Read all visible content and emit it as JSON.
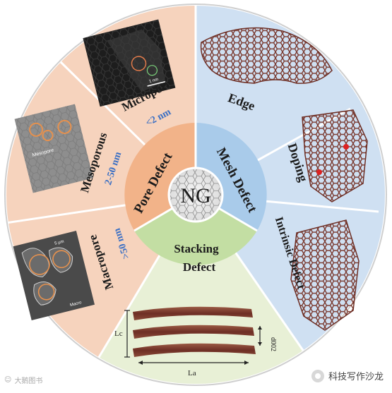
{
  "center": {
    "label": "NG"
  },
  "sections": {
    "pore": {
      "title": "Pore Defect"
    },
    "mesh": {
      "title": "Mesh Defect"
    },
    "stacking": {
      "title_line1": "Stacking",
      "title_line2": "Defect"
    }
  },
  "pore_types": {
    "micropore": {
      "name": "Micropore",
      "size": "<2 nm"
    },
    "mesoporous": {
      "name": "Mesoporous",
      "size": "2-50 nm"
    },
    "macropore": {
      "name": "Macropore",
      "size": ">50 nm"
    }
  },
  "mesh_types": {
    "edge": "Edge",
    "doping": "Doping",
    "intrinsic": "Intrinsic Defect"
  },
  "stacking_labels": {
    "lc": "Lc",
    "la": "La",
    "d002": "d002"
  },
  "micrographs": {
    "micropore_scale": "1 nm",
    "mesoporous_caption": "Mesopore",
    "macropore_scale": "5 μm",
    "macropore_caption": "Macro"
  },
  "watermark": {
    "text": "科技写作沙龙",
    "left_text": "大鹅图书"
  },
  "colors": {
    "pore_bg": "#f4c9ad",
    "mesh_bg": "#c9dcf0",
    "stacking_bg": "#e2ecc8",
    "pore_inner": "#f0a878",
    "mesh_inner": "#9ec3e6",
    "stacking_inner": "#b9d79a",
    "label_dark": "#1b1b1b",
    "label_blue": "#3a6fc4"
  }
}
